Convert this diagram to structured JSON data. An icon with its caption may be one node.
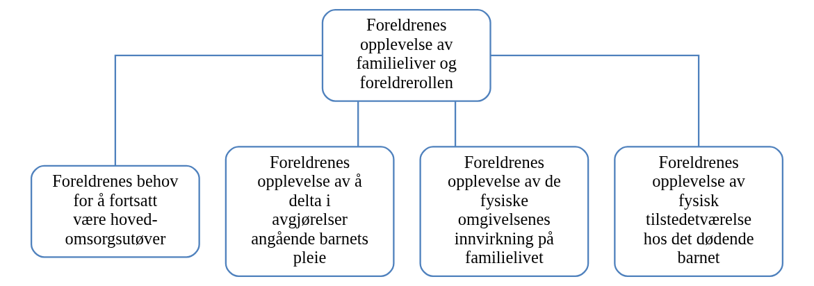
{
  "diagram": {
    "nodes": [
      {
        "text": [
          "Foreldrenes opplevelse av familieliver og foreldrerollen"
        ]
      },
      {
        "text": [
          "Foreldrenes behov for å fortsatt være hoved- omsorgsutøver"
        ]
      },
      {
        "text": [
          "Foreldrenes opplevelse av å delta i avgjørelser angående barnets pleie"
        ]
      },
      {
        "text": [
          "Foreldrenes opplevelse av de fysiske omgivelsenes innvirkning på familielivet"
        ]
      },
      {
        "text": [
          "Foreldrenes opplevelse av fysisk tilstedetværelse hos det dødende barnet"
        ]
      }
    ],
    "edges": [
      {
        "from": 0,
        "to": 1,
        "arrow": "none"
      },
      {
        "from": 0,
        "to": 2,
        "arrow": "none"
      },
      {
        "from": 0,
        "to": 3,
        "arrow": "none"
      },
      {
        "from": 0,
        "to": 4,
        "arrow": "none"
      }
    ]
  }
}
